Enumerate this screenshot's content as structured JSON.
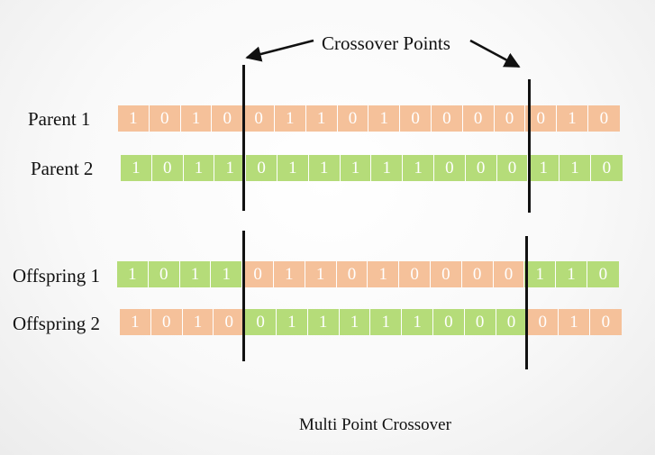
{
  "title": "Crossover Points",
  "caption": "Multi Point Crossover",
  "colors": {
    "parent1": "#f5c19a",
    "parent2": "#b5dc79",
    "cut_line": "#111111"
  },
  "crossover_after_genes": [
    4,
    13
  ],
  "rows": [
    {
      "id": "parent-1",
      "label": "Parent 1",
      "genes": [
        "1",
        "0",
        "1",
        "0",
        "0",
        "1",
        "1",
        "0",
        "1",
        "0",
        "0",
        "0",
        "0",
        "0",
        "1",
        "0"
      ],
      "sources": [
        "p1",
        "p1",
        "p1",
        "p1",
        "p1",
        "p1",
        "p1",
        "p1",
        "p1",
        "p1",
        "p1",
        "p1",
        "p1",
        "p1",
        "p1",
        "p1"
      ]
    },
    {
      "id": "parent-2",
      "label": "Parent 2",
      "genes": [
        "1",
        "0",
        "1",
        "1",
        "0",
        "1",
        "1",
        "1",
        "1",
        "1",
        "0",
        "0",
        "0",
        "1",
        "1",
        "0"
      ],
      "sources": [
        "p2",
        "p2",
        "p2",
        "p2",
        "p2",
        "p2",
        "p2",
        "p2",
        "p2",
        "p2",
        "p2",
        "p2",
        "p2",
        "p2",
        "p2",
        "p2"
      ]
    },
    {
      "id": "offspring-1",
      "label": "Offspring 1",
      "genes": [
        "1",
        "0",
        "1",
        "1",
        "0",
        "1",
        "1",
        "0",
        "1",
        "0",
        "0",
        "0",
        "0",
        "1",
        "1",
        "0"
      ],
      "sources": [
        "p2",
        "p2",
        "p2",
        "p2",
        "p1",
        "p1",
        "p1",
        "p1",
        "p1",
        "p1",
        "p1",
        "p1",
        "p1",
        "p2",
        "p2",
        "p2"
      ]
    },
    {
      "id": "offspring-2",
      "label": "Offspring 2",
      "genes": [
        "1",
        "0",
        "1",
        "0",
        "0",
        "1",
        "1",
        "1",
        "1",
        "1",
        "0",
        "0",
        "0",
        "0",
        "1",
        "0"
      ],
      "sources": [
        "p1",
        "p1",
        "p1",
        "p1",
        "p2",
        "p2",
        "p2",
        "p2",
        "p2",
        "p2",
        "p2",
        "p2",
        "p2",
        "p1",
        "p1",
        "p1"
      ]
    }
  ]
}
